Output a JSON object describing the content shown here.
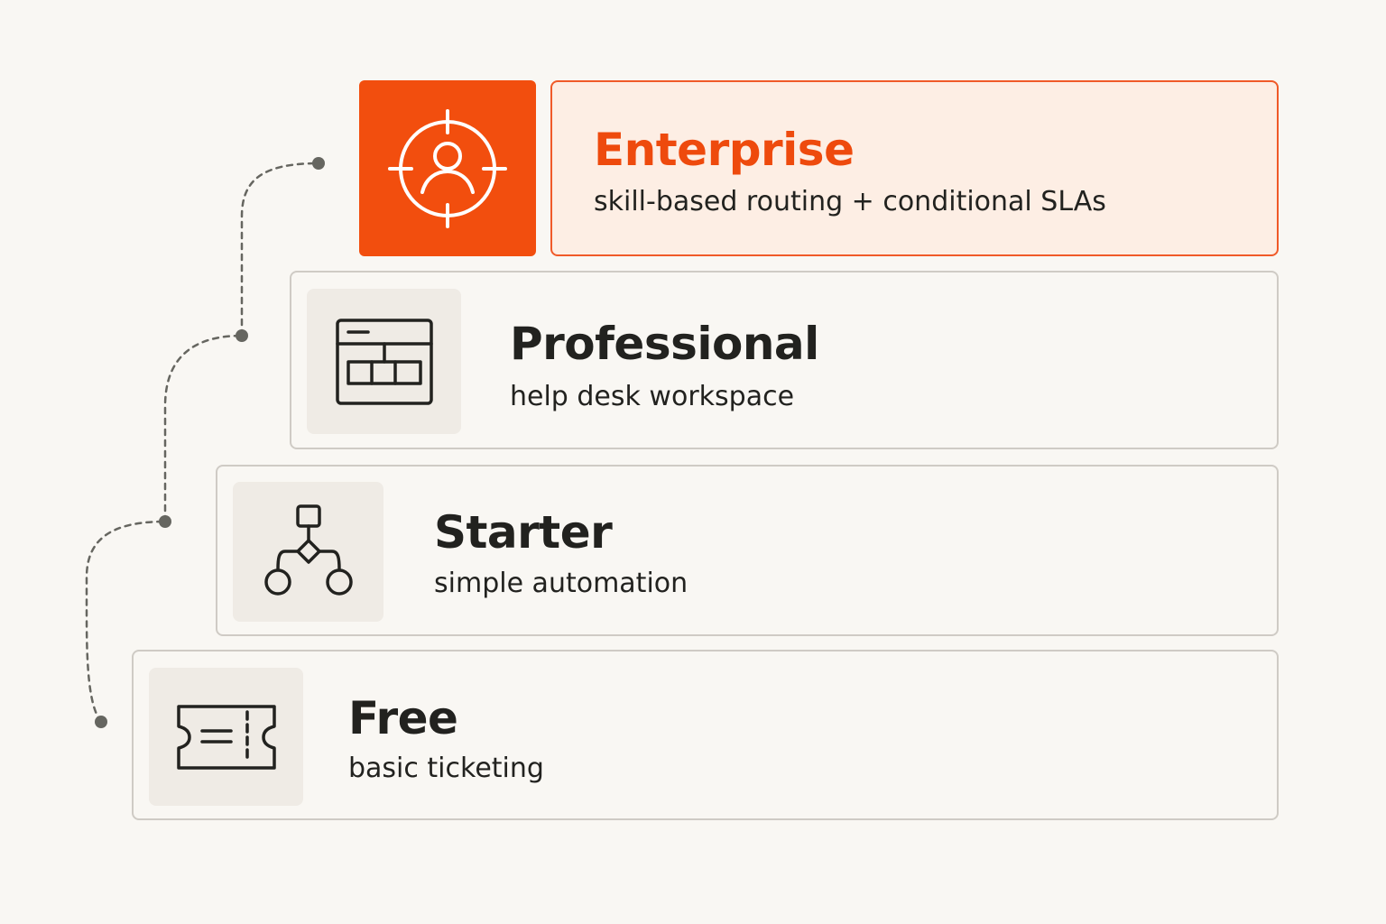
{
  "colors": {
    "background": "#f9f7f3",
    "accent": "#f24e0e",
    "accent_light": "#fdeee4",
    "text": "#22221f",
    "border": "#cfcbc5",
    "icon_tile": "#efebe5",
    "connector": "#666660"
  },
  "tiers": [
    {
      "name": "Enterprise",
      "description": "skill-based routing + conditional SLAs",
      "icon": "target-user-icon",
      "highlighted": true
    },
    {
      "name": "Professional",
      "description": "help desk workspace",
      "icon": "workspace-layout-icon",
      "highlighted": false
    },
    {
      "name": "Starter",
      "description": "simple automation",
      "icon": "workflow-icon",
      "highlighted": false
    },
    {
      "name": "Free",
      "description": "basic ticketing",
      "icon": "ticket-icon",
      "highlighted": false
    }
  ]
}
